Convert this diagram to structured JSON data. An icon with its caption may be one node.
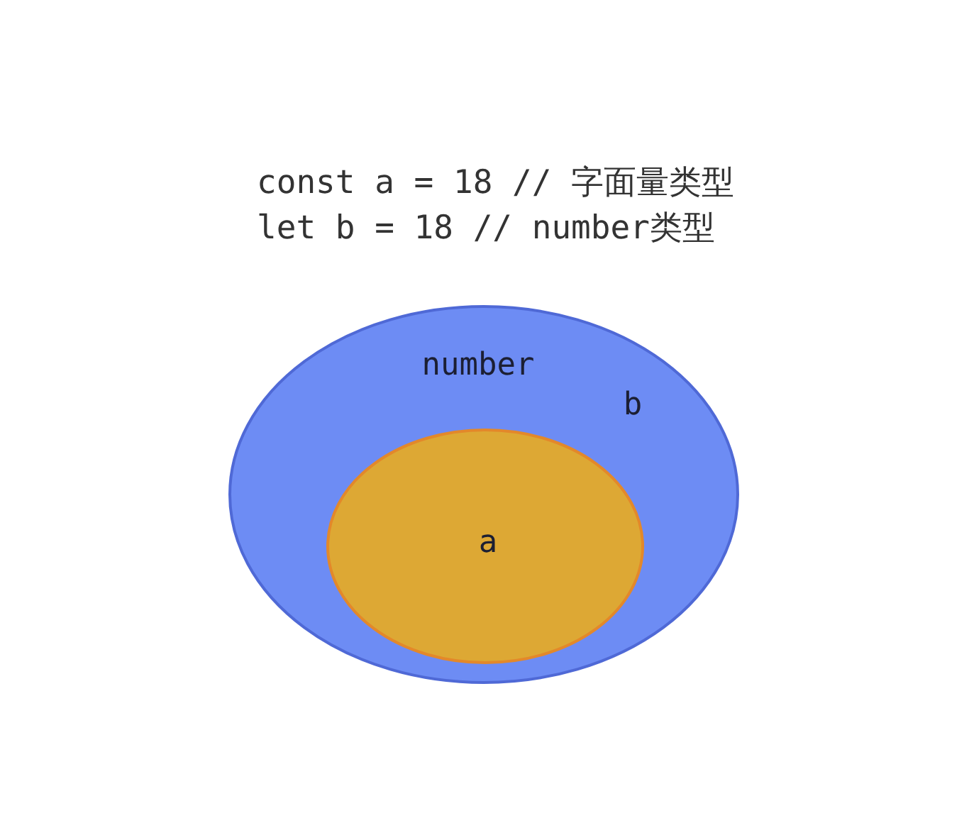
{
  "diagram": {
    "nodes": [
      {
        "text": [
          "number",
          "b"
        ]
      },
      {
        "text": [
          "a"
        ],
        "in": 0
      }
    ],
    "labels": [
      "const a = 18 // 字面量类型",
      "let b = 18 // number类型"
    ]
  }
}
